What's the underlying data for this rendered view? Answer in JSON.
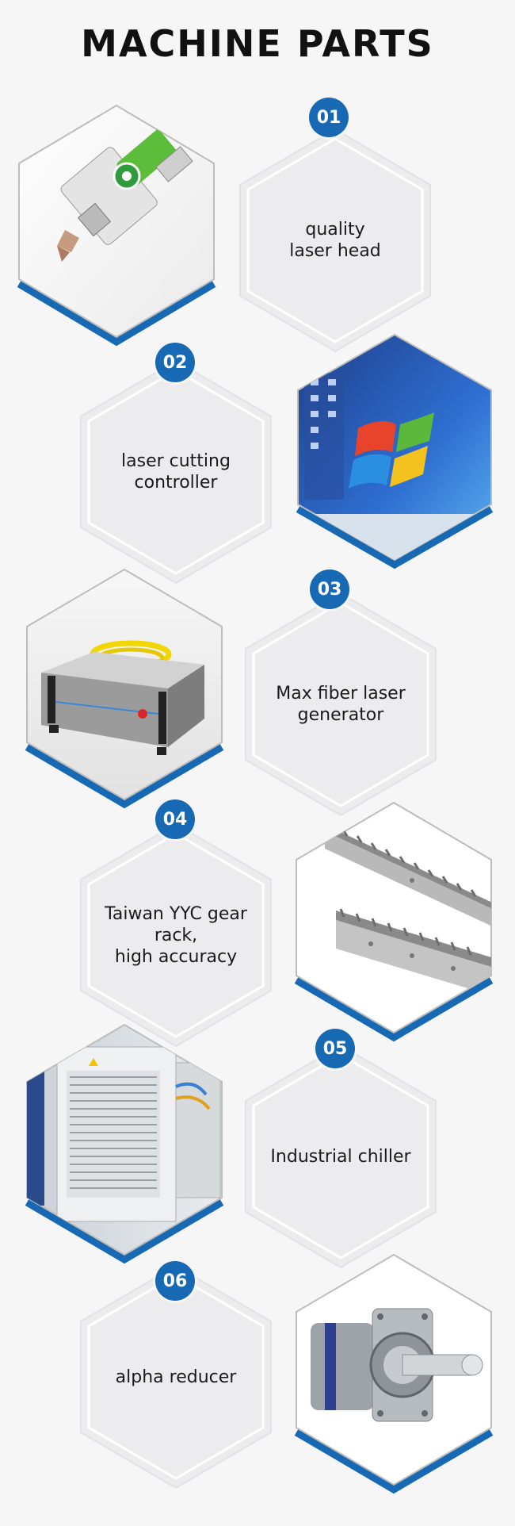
{
  "page": {
    "title": "MACHINE PARTS"
  },
  "colors": {
    "accent": "#1769b3",
    "hex_fill": "#ececee",
    "hex_border": "#ffffff",
    "image_hex_border": "#bdbdbd"
  },
  "parts": [
    {
      "number": "01",
      "label": "quality\nlaser head",
      "image_icon": "laser-head-image"
    },
    {
      "number": "02",
      "label": "laser cutting\ncontroller",
      "image_icon": "controller-screen-image"
    },
    {
      "number": "03",
      "label": "Max fiber laser\ngenerator",
      "image_icon": "laser-generator-image"
    },
    {
      "number": "04",
      "label": "Taiwan YYC gear rack,\nhigh accuracy",
      "image_icon": "gear-rack-image"
    },
    {
      "number": "05",
      "label": "Industrial chiller",
      "image_icon": "chiller-image"
    },
    {
      "number": "06",
      "label": "alpha reducer",
      "image_icon": "reducer-image"
    }
  ]
}
